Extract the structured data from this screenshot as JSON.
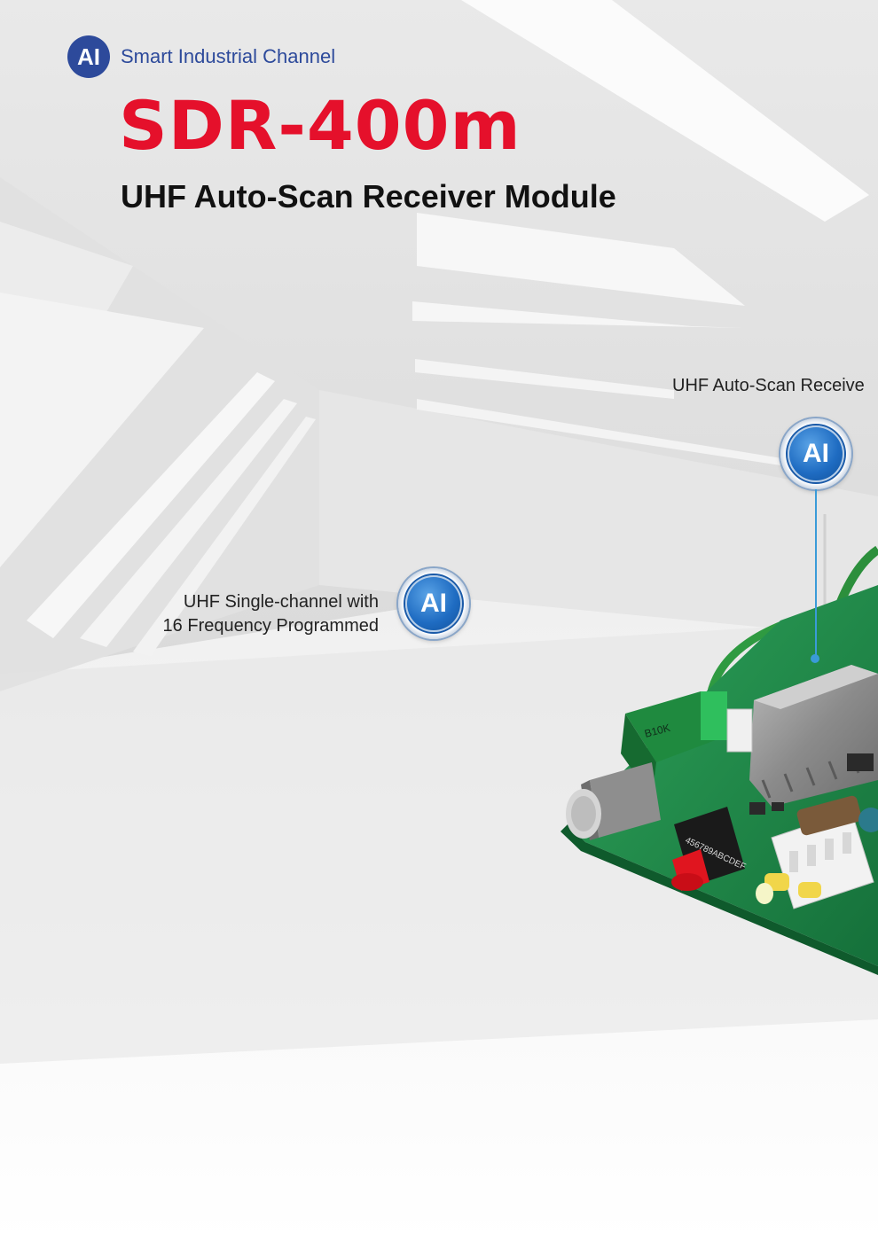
{
  "brand": {
    "badge_text": "AI",
    "name": "Smart Industrial Channel",
    "color": "#2d4a9b"
  },
  "hero": {
    "title": "SDR-400m",
    "subtitle": "UHF Auto-Scan Receiver Module",
    "title_color": "#e5102b"
  },
  "callouts": {
    "right": {
      "text": "UHF Auto-Scan Receive",
      "badge_text": "AI"
    },
    "left": {
      "line1": "UHF Single-channel with",
      "line2": "16 Frequency Programmed",
      "badge_text": "AI"
    }
  },
  "board_labels": {
    "pot": "B10K",
    "rotary": "456789ABCDEF"
  },
  "colors": {
    "badge_blue": "#1f6cc2",
    "pcb_green": "#1e8a46",
    "knob_red": "#e0151f",
    "connector_yellow": "#f1d64a"
  }
}
